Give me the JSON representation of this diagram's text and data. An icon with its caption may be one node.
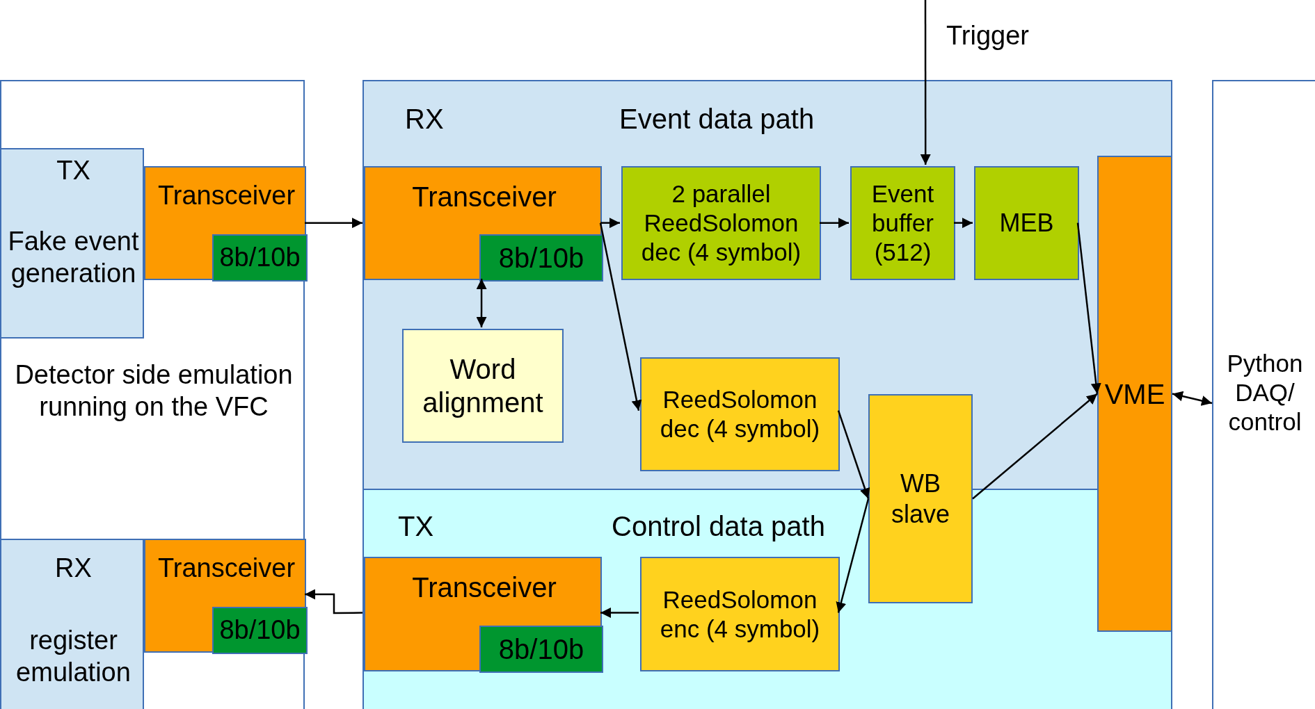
{
  "diagram": {
    "nodes": [
      {
        "text": [
          "Detector side emulation running on the VFC"
        ]
      },
      {
        "text": [
          "TX",
          "Fake event generation"
        ],
        "in": 0
      },
      {
        "text": [
          "Transceiver"
        ],
        "in": 0
      },
      {
        "text": [
          "8b/10b"
        ],
        "in": 2
      },
      {
        "text": [
          "RX",
          "register emulation"
        ],
        "in": 0
      },
      {
        "text": [
          "Transceiver"
        ],
        "in": 0
      },
      {
        "text": [
          "8b/10b"
        ],
        "in": 5
      },
      {
        "text": [
          "RX",
          "Event data path"
        ]
      },
      {
        "text": [
          "TX",
          "Control data path"
        ]
      },
      {
        "text": [
          "Transceiver"
        ],
        "in": 7
      },
      {
        "text": [
          "8b/10b"
        ],
        "in": 9
      },
      {
        "text": [
          "Word alignment"
        ],
        "in": 7
      },
      {
        "text": [
          "2 parallel ReedSolomon dec (4 symbol)"
        ],
        "in": 7
      },
      {
        "text": [
          "Event buffer (512)"
        ],
        "in": 7
      },
      {
        "text": [
          "MEB"
        ],
        "in": 7
      },
      {
        "text": [
          "ReedSolomon dec (4 symbol)"
        ],
        "in": 7
      },
      {
        "text": [
          "WB slave"
        ]
      },
      {
        "text": [
          "VME"
        ]
      },
      {
        "text": [
          "Transceiver"
        ],
        "in": 8
      },
      {
        "text": [
          "8b/10b"
        ],
        "in": 18
      },
      {
        "text": [
          "ReedSolomon enc (4 symbol)"
        ],
        "in": 8
      },
      {
        "text": [
          "Python DAQ/ control"
        ]
      }
    ],
    "edges": [
      {
        "from": 2,
        "to": 9,
        "arrow": "to"
      },
      {
        "from": 9,
        "to": 12,
        "arrow": "to"
      },
      {
        "from": 9,
        "to": 15,
        "arrow": "to"
      },
      {
        "from": 10,
        "to": 11,
        "arrow": "both"
      },
      {
        "from": 12,
        "to": 13,
        "arrow": "to"
      },
      {
        "from": 13,
        "to": 14,
        "arrow": "to"
      },
      {
        "from": null,
        "to": 13,
        "arrow": "to"
      },
      {
        "from": 14,
        "to": 17,
        "arrow": "to"
      },
      {
        "from": 15,
        "to": 16,
        "arrow": "to"
      },
      {
        "from": 16,
        "to": 20,
        "arrow": "to"
      },
      {
        "from": 16,
        "to": 17,
        "arrow": "to"
      },
      {
        "from": 17,
        "to": 21,
        "arrow": "both"
      },
      {
        "from": 20,
        "to": 18,
        "arrow": "to"
      },
      {
        "from": 18,
        "to": 5,
        "arrow": "to"
      }
    ],
    "labels": [
      "Trigger"
    ]
  }
}
